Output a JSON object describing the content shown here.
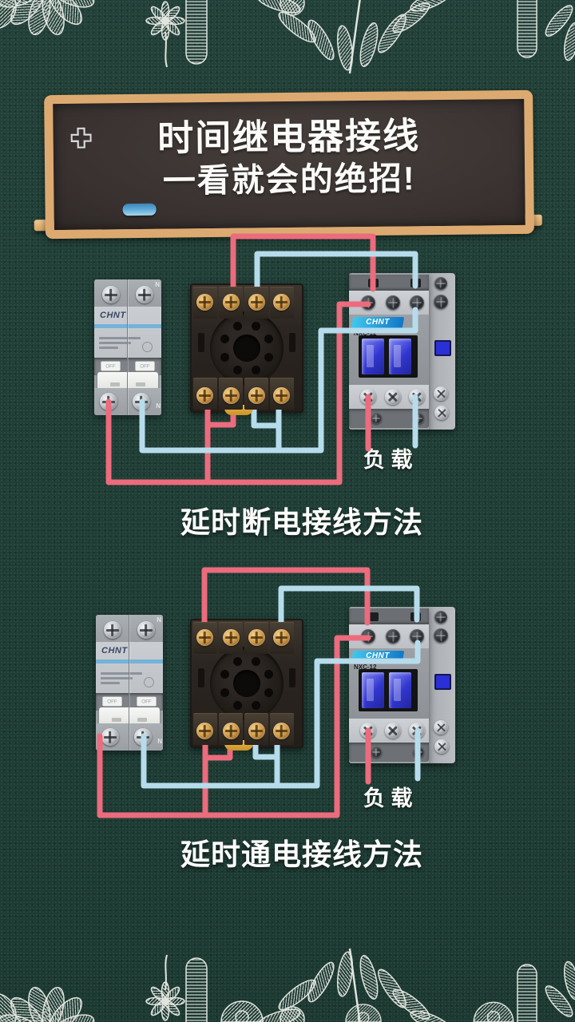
{
  "colors": {
    "background": "#20413a",
    "wire_red": "#ec6b7d",
    "wire_blue": "#b6dcec",
    "board_frame": "#dcaa70",
    "board_surface": "#3a3330",
    "eraser_blue": "#57a5d6",
    "lace_white": "#f0f1ec",
    "logo_cyan": "#29b0e4"
  },
  "header": {
    "title_line1": "时间继电器接线",
    "title_line2": "一看就会的绝招!"
  },
  "diagram_top": {
    "caption": "延时断电接线方法",
    "load_label": "负 载",
    "breaker": {
      "brand": "CHNT",
      "neutral_label": "N",
      "toggle_label": "OFF"
    },
    "contactor": {
      "brand": "CHNT",
      "model": "NXC-12"
    }
  },
  "diagram_bottom": {
    "caption": "延时通电接线方法",
    "load_label": "负 载",
    "breaker": {
      "brand": "CHNT",
      "neutral_label": "N",
      "toggle_label": "OFF"
    },
    "contactor": {
      "brand": "CHNT",
      "model": "NXC-12"
    }
  }
}
